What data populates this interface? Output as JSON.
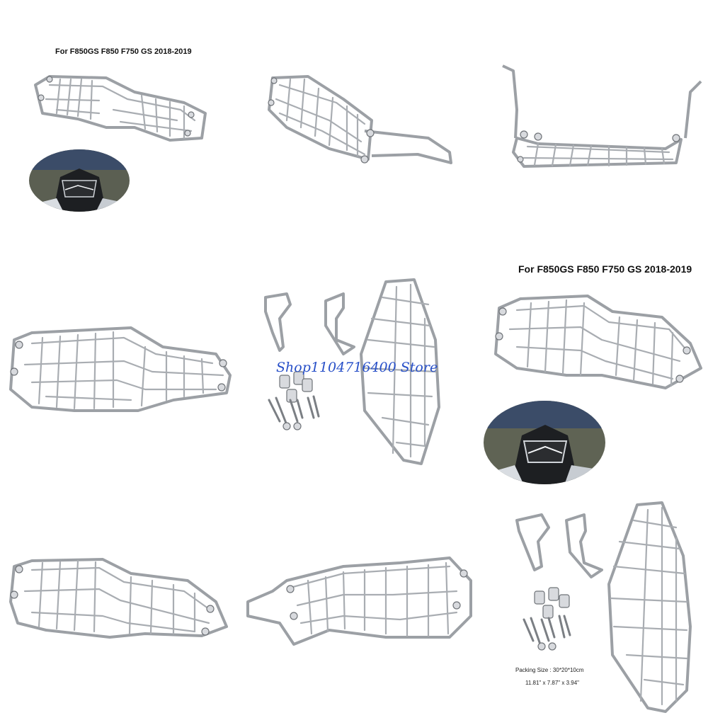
{
  "captions": {
    "top_left": "For  F850GS F850 F750 GS 2018-2019",
    "mid_right": "For  F850GS F850 F750 GS 2018-2019"
  },
  "watermark": "Shop1104716400 Store",
  "packing": {
    "line1": "Packing Size : 30*20*10cm",
    "line2": "11.81\"  x 7.87\"  x 3.94\""
  },
  "colors": {
    "background": "#ffffff",
    "steel": "#a9adb2",
    "watermark": "#2850c8"
  }
}
